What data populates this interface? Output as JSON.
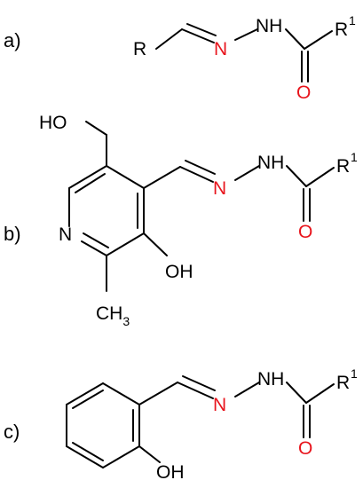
{
  "colors": {
    "accent": "#e8141c",
    "bond": "#000000",
    "background": "#ffffff"
  },
  "panel_a": {
    "label": "a)",
    "atoms": {
      "r": "R",
      "n_imine": "N",
      "nh": "NH",
      "r1": "R",
      "r1_sup": "1",
      "o": "O"
    }
  },
  "panel_b": {
    "label": "b)",
    "atoms": {
      "ho": "HO",
      "n_ring": "N",
      "oh": "OH",
      "ch3_c": "CH",
      "ch3_sub": "3",
      "n_imine": "N",
      "nh": "NH",
      "r1": "R",
      "r1_sup": "1",
      "o": "O"
    }
  },
  "panel_c": {
    "label": "c)",
    "atoms": {
      "oh": "OH",
      "n_imine": "N",
      "nh": "NH",
      "r1": "R",
      "r1_sup": "1",
      "o": "O"
    }
  }
}
